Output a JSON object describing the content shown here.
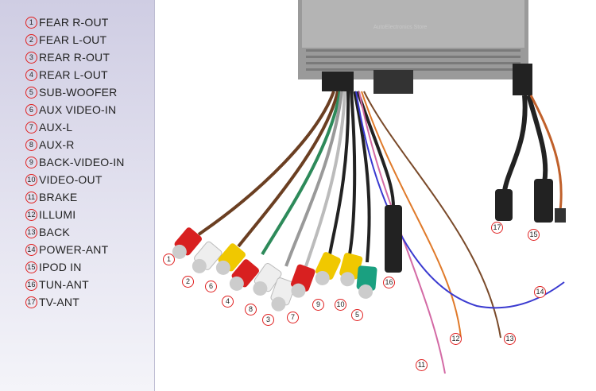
{
  "legend": [
    {
      "num": "1",
      "label": "FEAR R-OUT"
    },
    {
      "num": "2",
      "label": "FEAR L-OUT"
    },
    {
      "num": "3",
      "label": "REAR R-OUT"
    },
    {
      "num": "4",
      "label": "REAR L-OUT"
    },
    {
      "num": "5",
      "label": "SUB-WOOFER"
    },
    {
      "num": "6",
      "label": "AUX VIDEO-IN"
    },
    {
      "num": "7",
      "label": "AUX-L"
    },
    {
      "num": "8",
      "label": "AUX-R"
    },
    {
      "num": "9",
      "label": "BACK-VIDEO-IN"
    },
    {
      "num": "10",
      "label": "VIDEO-OUT"
    },
    {
      "num": "11",
      "label": "BRAKE"
    },
    {
      "num": "12",
      "label": "ILLUMI"
    },
    {
      "num": "13",
      "label": "BACK"
    },
    {
      "num": "14",
      "label": "POWER-ANT"
    },
    {
      "num": "15",
      "label": "IPOD IN"
    },
    {
      "num": "16",
      "label": "TUN-ANT"
    },
    {
      "num": "17",
      "label": "TV-ANT"
    }
  ],
  "callouts": {
    "c1": "1",
    "c2": "2",
    "c3": "3",
    "c4": "4",
    "c5": "5",
    "c6": "6",
    "c7": "7",
    "c8": "8",
    "c9": "9",
    "c10": "10",
    "c11": "11",
    "c12": "12",
    "c13": "13",
    "c14": "14",
    "c15": "15",
    "c16": "16",
    "c17": "17"
  },
  "watermark": "AutoElectronics Store",
  "colors": {
    "callout_ring": "#e02020",
    "legend_bg": "#d6d5e8"
  }
}
